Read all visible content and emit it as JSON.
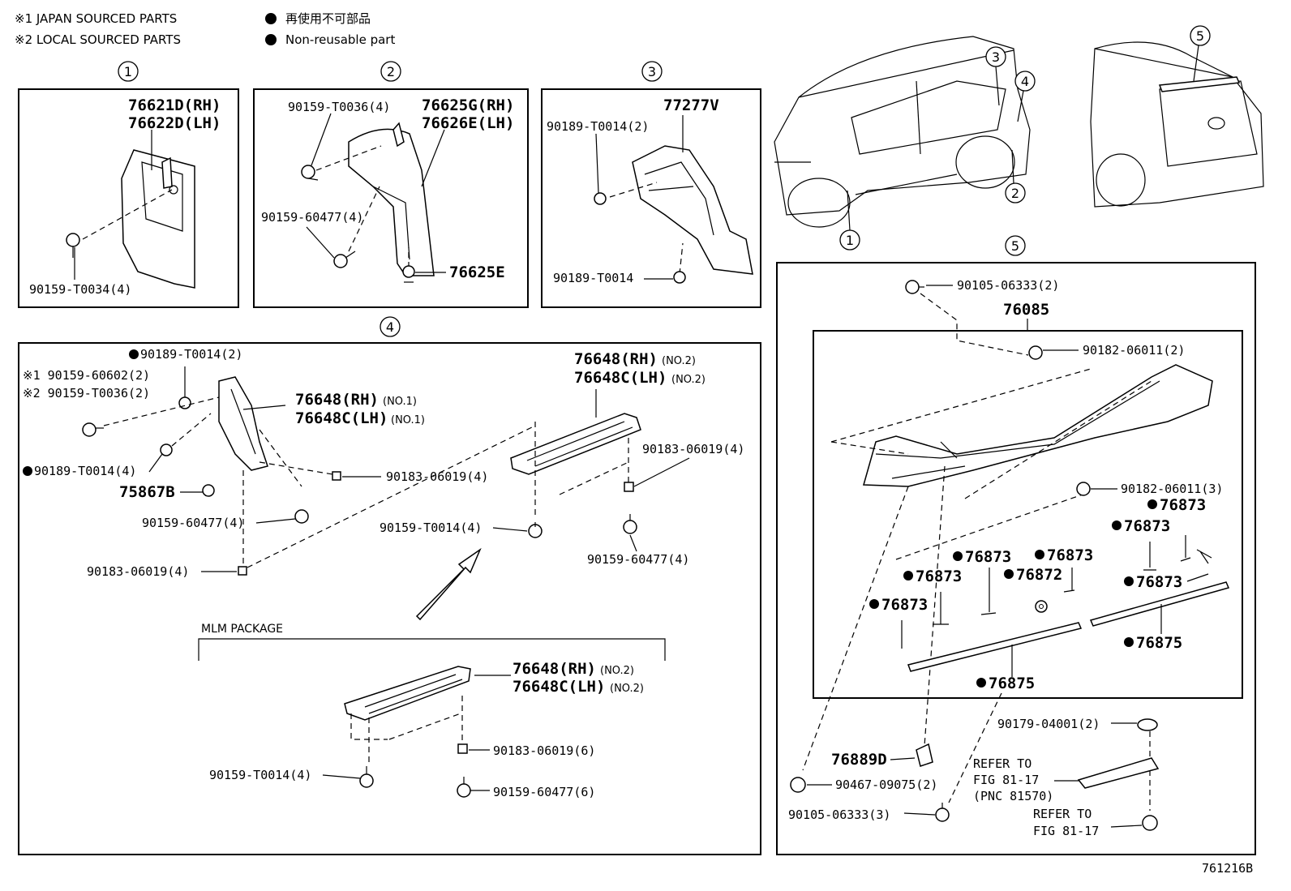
{
  "legend": {
    "note1": "※1  JAPAN SOURCED PARTS",
    "note2": "※2  LOCAL SOURCED PARTS",
    "jp_label": "再使用不可部品",
    "en_label": "Non-reusable part"
  },
  "callouts": {
    "c1": "1",
    "c2": "2",
    "c3": "3",
    "c4": "4",
    "c5": "5"
  },
  "box1": {
    "p1": "76621D(RH)",
    "p2": "76622D(LH)",
    "p3": "90159-T0034(4)"
  },
  "box2": {
    "p1": "90159-T0036(4)",
    "p2": "76625G(RH)",
    "p3": "76626E(LH)",
    "p4": "90159-60477(4)",
    "p5": "76625E"
  },
  "box3": {
    "p1": "77277V",
    "p2": "90189-T0014(2)",
    "p3": "90189-T0014"
  },
  "box4": {
    "p1": "90189-T0014(2)",
    "p2": "※1 90159-60602(2)",
    "p3": "※2 90159-T0036(2)",
    "p4": "76648(RH)",
    "p4s": "(NO.1)",
    "p5": "76648C(LH)",
    "p5s": "(NO.1)",
    "p6": "90189-T0014(4)",
    "p7": "75867B",
    "p8": "90159-60477(4)",
    "p9": "90183-06019(4)",
    "p10": "90183-06019(4)",
    "p11": "76648(RH)",
    "p11s": "(NO.2)",
    "p12": "76648C(LH)",
    "p12s": "(NO.2)",
    "p13": "90183-06019(4)",
    "p14": "90159-T0014(4)",
    "p15": "90159-60477(4)",
    "mlm": "MLM PACKAGE",
    "m1": "76648(RH)",
    "m1s": "(NO.2)",
    "m2": "76648C(LH)",
    "m2s": "(NO.2)",
    "m3": "90183-06019(6)",
    "m4": "90159-T0014(4)",
    "m5": "90159-60477(6)"
  },
  "box5": {
    "p1": "90105-06333(2)",
    "p2": "76085",
    "p3": "90182-06011(2)",
    "p4": "90182-06011(3)",
    "p5": "76873",
    "p6": "76873",
    "p7": "76873",
    "p8": "76873",
    "p9": "76872",
    "p10": "76873",
    "p11": "76873",
    "p12": "76873",
    "p13": "76875",
    "p14": "76875",
    "p15": "90179-04001(2)",
    "p16": "REFER TO",
    "p17": "FIG 81-17",
    "p18": "(PNC 81570)",
    "p19": "76889D",
    "p20": "90467-09075(2)",
    "p21": "90105-06333(3)",
    "p22": "REFER TO",
    "p23": "FIG 81-17"
  },
  "figure_id": "761216B"
}
